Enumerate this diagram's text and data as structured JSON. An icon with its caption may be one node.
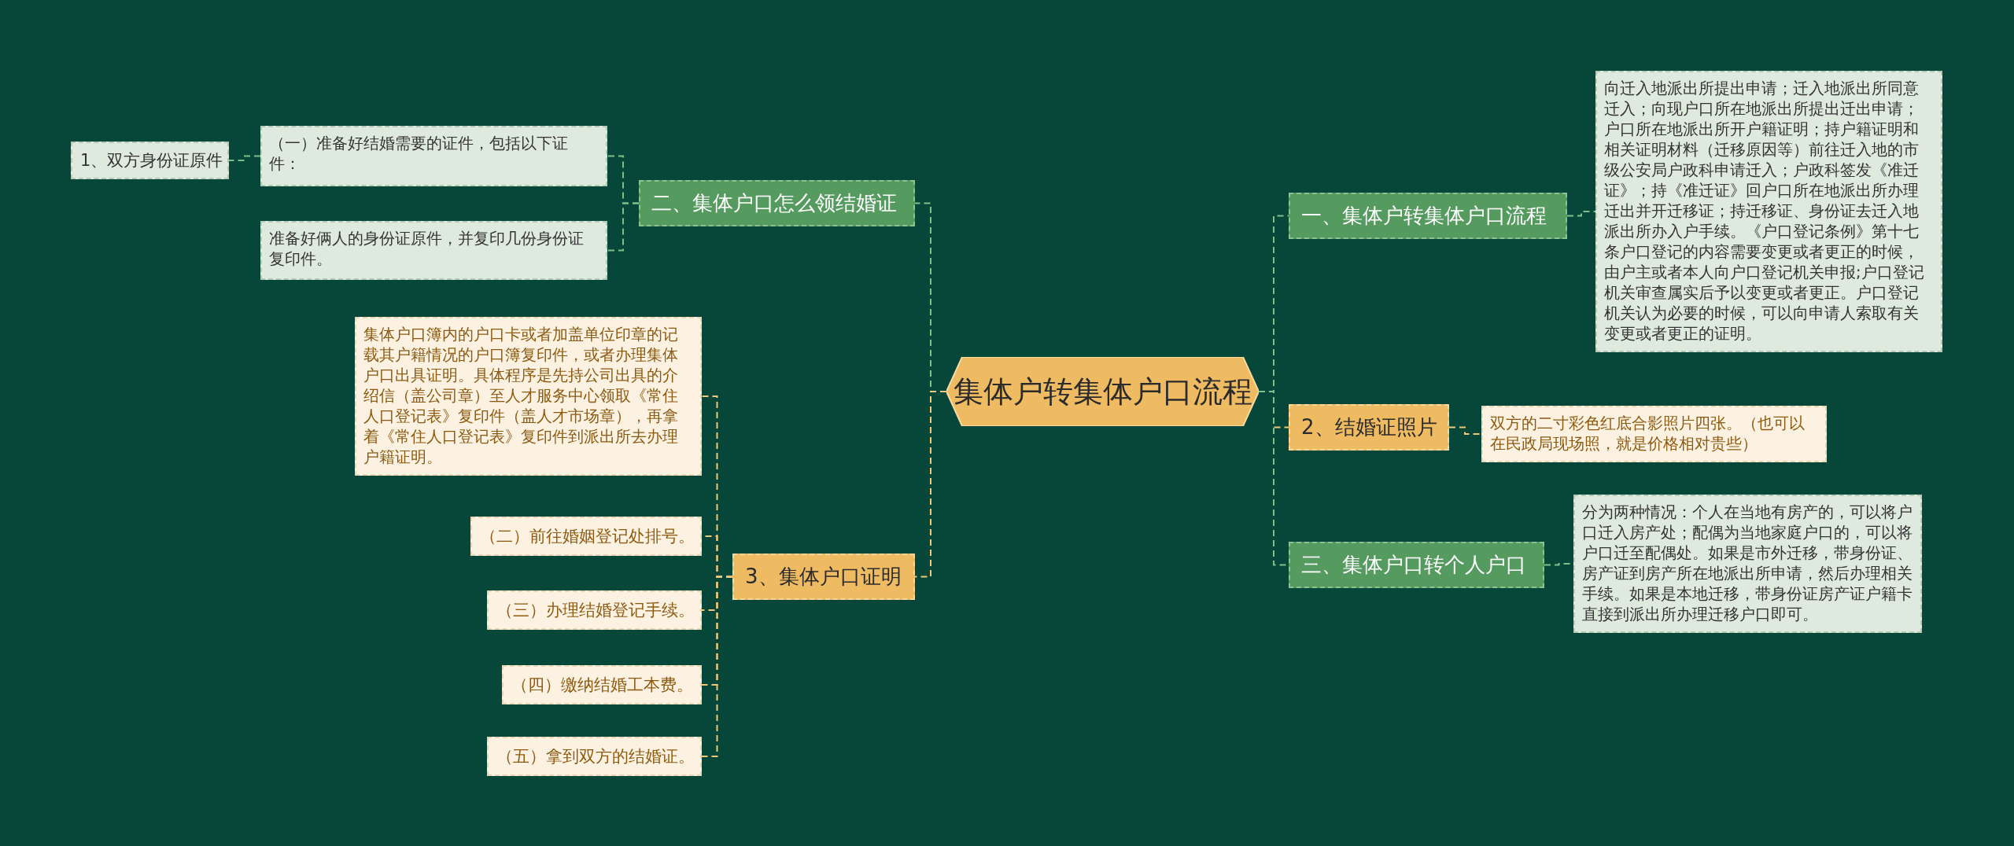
{
  "diagram": {
    "nodes": [
      {
        "text": [
          "集体户转集体户口流程"
        ]
      },
      {
        "text": [
          "二、集体户口怎么领结婚证"
        ]
      },
      {
        "text": [
          "（一）准备好结婚需要的证件，包括以下证件："
        ]
      },
      {
        "text": [
          "1、双方身份证原件"
        ]
      },
      {
        "text": [
          "准备好俩人的身份证原件，并复印几份身份证复印件。"
        ]
      },
      {
        "text": [
          "3、集体户口证明"
        ]
      },
      {
        "text": [
          "集体户口簿内的户口卡或者加盖单位印章的记载其户籍情况的户口簿复印件，或者办理集体户口出具证明。具体程序是先持公司出具的介绍信（盖公司章）至人才服务中心领取《常住人口登记表》复印件（盖人才市场章），再拿着《常住人口登记表》复印件到派出所去办理户籍证明。"
        ]
      },
      {
        "text": [
          "（二）前往婚姻登记处排号。"
        ]
      },
      {
        "text": [
          "（三）办理结婚登记手续。"
        ]
      },
      {
        "text": [
          "（四）缴纳结婚工本费。"
        ]
      },
      {
        "text": [
          "（五）拿到双方的结婚证。"
        ]
      },
      {
        "text": [
          "一、集体户转集体户口流程"
        ]
      },
      {
        "text": [
          "向迁入地派出所提出申请；迁入地派出所同意迁入；向现户口所在地派出所提出迁出申请；户口所在地派出所开户籍证明；持户籍证明和相关证明材料（迁移原因等）前往迁入地的市级公安局户政科申请迁入；户政科签发《准迁证》；持《准迁证》回户口所在地派出所办理迁出并开迁移证；持迁移证、身份证去迁入地派出所办入户手续。《户口登记条例》第十七条户口登记的内容需要变更或者更正的时候，由户主或者本人向户口登记机关申报;户口登记机关审查属实后予以变更或者更正。户口登记机关认为必要的时候，可以向申请人索取有关变更或者更正的证明。"
        ]
      },
      {
        "text": [
          "2、结婚证照片"
        ]
      },
      {
        "text": [
          "双方的二寸彩色红底合影照片四张。（也可以在民政局现场照，就是价格相对贵些）"
        ]
      },
      {
        "text": [
          "三、集体户口转个人户口"
        ]
      },
      {
        "text": [
          "分为两种情况：个人在当地有房产的，可以将户口迁入房产处；配偶为当地家庭户口的，可以将户口迁至配偶处。如果是市外迁移，带身份证、房产证到房产所在地派出所申请，然后办理相关手续。如果是本地迁移，带身份证房产证户籍卡直接到派出所办理迁移户口即可。"
        ]
      }
    ],
    "edges": [
      {
        "from": 0,
        "to": 1,
        "arrow": "none"
      },
      {
        "from": 1,
        "to": 2,
        "arrow": "none"
      },
      {
        "from": 2,
        "to": 3,
        "arrow": "none"
      },
      {
        "from": 1,
        "to": 4,
        "arrow": "none"
      },
      {
        "from": 0,
        "to": 5,
        "arrow": "none",
        "color": "#f0c878"
      },
      {
        "from": 5,
        "to": 6,
        "arrow": "none",
        "color": "#f0c878"
      },
      {
        "from": 5,
        "to": 7,
        "arrow": "none",
        "color": "#f0c878"
      },
      {
        "from": 5,
        "to": 8,
        "arrow": "none",
        "color": "#f0c878"
      },
      {
        "from": 5,
        "to": 9,
        "arrow": "none",
        "color": "#f0c878"
      },
      {
        "from": 5,
        "to": 10,
        "arrow": "none",
        "color": "#f0c878"
      },
      {
        "from": 0,
        "to": 11,
        "arrow": "none"
      },
      {
        "from": 11,
        "to": 12,
        "arrow": "none"
      },
      {
        "from": 0,
        "to": 13,
        "arrow": "none",
        "color": "#f0c878"
      },
      {
        "from": 13,
        "to": 14,
        "arrow": "none",
        "color": "#f0c878"
      },
      {
        "from": 0,
        "to": 15,
        "arrow": "none"
      },
      {
        "from": 15,
        "to": 16,
        "arrow": "none"
      }
    ]
  }
}
